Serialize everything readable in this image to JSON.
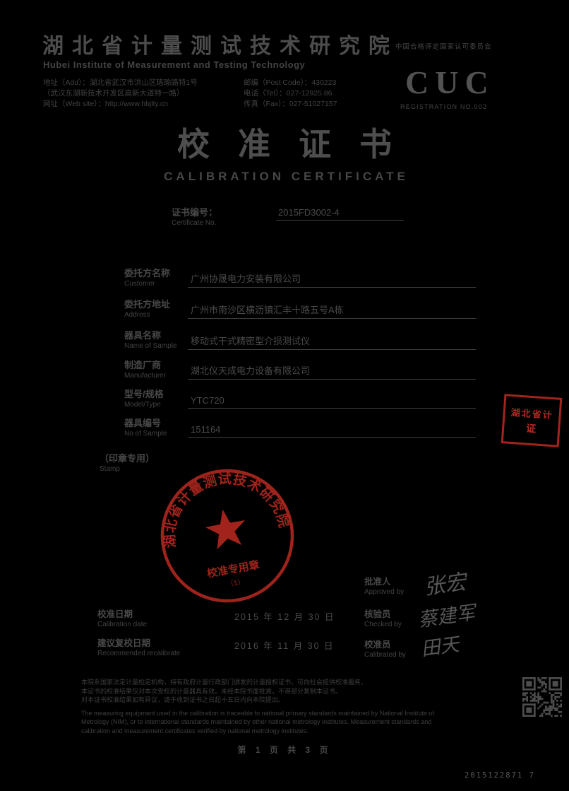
{
  "colors": {
    "bg": "#000000",
    "ink": "#454545",
    "seal_red": "#be2a22"
  },
  "header": {
    "institute_cn": "湖北省计量测试技术研究院",
    "institute_en": "Hubei Institute of Measurement and Testing Technology",
    "contact_left": [
      "地址（Add）：湖北省武汉市洪山区珞瑜路特1号",
      "（武汉东湖新技术开发区高新大道特一路）",
      "网址（Web site）：http://www.hbjlty.cn"
    ],
    "contact_right": [
      "邮编（Post Code）：430223",
      "电话（Tel）：027-12925.86",
      "传真（Fax）：027-51027157"
    ],
    "accreditation": "中国合格评定国家认可委员会",
    "logo": "CUC",
    "registration": "REGISTRATION NO.002"
  },
  "title": {
    "cn": "校准证书",
    "en": "CALIBRATION CERTIFICATE"
  },
  "cert_no": {
    "label_cn": "证书编号：",
    "label_en": "Certificate No.",
    "value": "2015FD3002-4"
  },
  "fields": [
    {
      "cn": "委托方名称",
      "en": "Customer",
      "value": "广州协晟电力安装有限公司"
    },
    {
      "cn": "委托方地址",
      "en": "Address",
      "value": "广州市南沙区横沥镇汇丰十路五号A栋"
    },
    {
      "cn": "器具名称",
      "en": "Name of Sample",
      "value": "移动式干式精密型介损测试仪"
    },
    {
      "cn": "制造厂商",
      "en": "Manufacturer",
      "value": "湖北仪天成电力设备有限公司"
    },
    {
      "cn": "型号/规格",
      "en": "Model/Type",
      "value": "YTC720"
    },
    {
      "cn": "器具编号",
      "en": "No of Sample",
      "value": "151164"
    }
  ],
  "stamp_area": {
    "label_cn": "（印章专用）",
    "label_en": "Stamp"
  },
  "seal": {
    "ring_text": "湖北省计量测试技术研究院",
    "caption": "校准专用章",
    "number": "（1）"
  },
  "side_stamp": {
    "line1": "湖北省计",
    "line2": "证"
  },
  "signoff": {
    "approved": {
      "label_cn": "批准人",
      "label_en": "Approved by",
      "signature": "张宏"
    },
    "checked": {
      "label_cn": "核验员",
      "label_en": "Checked by",
      "signature": "蔡建军"
    },
    "calibrated": {
      "label_cn": "校准员",
      "label_en": "Calibrated by",
      "signature": "田天"
    },
    "calibration_date": {
      "label_cn": "校准日期",
      "label_en": "Calibration date",
      "value": "2015 年 12 月 30 日"
    },
    "recalibration_date": {
      "label_cn": "建议复校日期",
      "label_en": "Recommended recalibrate",
      "value": "2016 年 11 月 30 日"
    }
  },
  "footer": {
    "lines_cn": [
      "本院系国家法定计量检定机构，持有政府计量行政部门颁发的计量授权证书，可向社会提供校准服务。",
      "本证书的校准结果仅对本次受校的计量器具有效。未经本院书面批准，不得部分复制本证书。",
      "对本证书校准结果如有异议，请于收到证书之日起十五日内向本院提出。"
    ],
    "lines_en": [
      "The measuring equipment used in the calibration is traceable to national primary standards maintained by National Institute of",
      "Metrology (NIM), or to international standards maintained by other national metrology institutes. Measurement standards and",
      "calibration and measurement certificates verified by national metrology institutes."
    ],
    "page_info": "第 1 页 共 3 页",
    "doc_code": "2015122871  7"
  }
}
